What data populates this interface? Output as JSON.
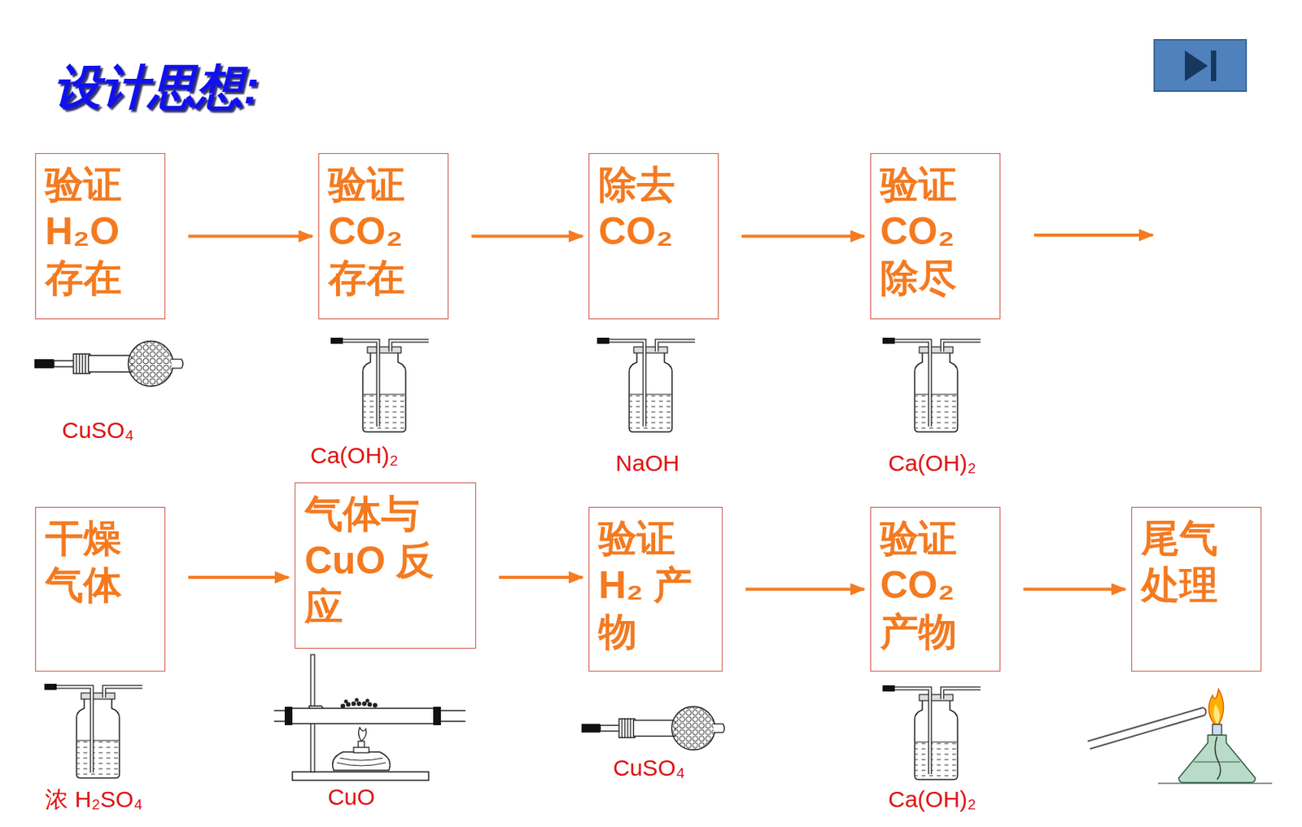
{
  "diagram": {
    "title": "设计思想:",
    "nodes": [
      {
        "text": [
          "验证 H₂O 存在"
        ]
      },
      {
        "text": [
          "验证 CO₂ 存在"
        ]
      },
      {
        "text": [
          "除去 CO₂"
        ]
      },
      {
        "text": [
          "验证 CO₂ 除尽"
        ]
      },
      {
        "text": [
          "干燥 气体"
        ]
      },
      {
        "text": [
          "气体与 CuO 反应"
        ]
      },
      {
        "text": [
          "验证 H₂ 产物"
        ]
      },
      {
        "text": [
          "验证 CO₂ 产物"
        ]
      },
      {
        "text": [
          "尾气 处理"
        ]
      }
    ],
    "edges": [
      {
        "from": 0,
        "to": 1,
        "arrow": "to"
      },
      {
        "from": 1,
        "to": 2,
        "arrow": "to"
      },
      {
        "from": 2,
        "to": 3,
        "arrow": "to"
      },
      {
        "from": 4,
        "to": 5,
        "arrow": "to"
      },
      {
        "from": 5,
        "to": 6,
        "arrow": "to"
      },
      {
        "from": 6,
        "to": 7,
        "arrow": "to"
      },
      {
        "from": 7,
        "to": 8,
        "arrow": "to"
      }
    ],
    "labels": [
      "CuSO₄",
      "Ca(OH)₂",
      "NaOH",
      "Ca(OH)₂",
      "浓 H₂SO₄",
      "CuO",
      "CuSO₄",
      "Ca(OH)₂"
    ]
  }
}
